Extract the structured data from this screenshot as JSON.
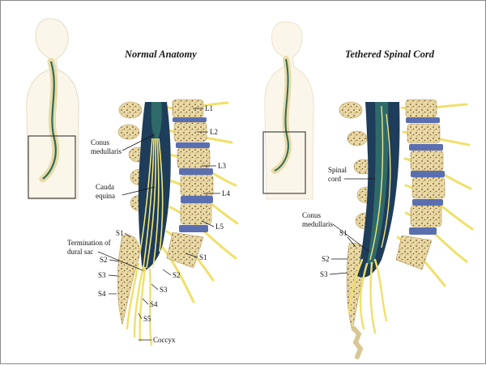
{
  "titles": {
    "left": "Normal Anatomy",
    "right": "Tethered Spinal Cord"
  },
  "labels": {
    "conus_l1": "Conus",
    "conus_l2": "medullaris",
    "cauda_l1": "Cauda",
    "cauda_l2": "equina",
    "term_l1": "Termination of",
    "term_l2": "dural sac",
    "L1": "L1",
    "L2": "L2",
    "L3": "L3",
    "L4": "L4",
    "L5": "L5",
    "S1a": "S1",
    "S1b": "S1",
    "S2a": "S2",
    "S2b": "S2",
    "S3a": "S3",
    "S3b": "S3",
    "S4a": "S4",
    "S4b": "S4",
    "S5": "S5",
    "coccyx": "Coccyx",
    "spinal_l1": "Spinal",
    "spinal_l2": "cord",
    "t_conus_l1": "Conus",
    "t_conus_l2": "medullaris",
    "t_S1": "S1",
    "t_S2": "S2",
    "t_S3": "S3"
  },
  "colors": {
    "bone": "#e9dcb0",
    "disc": "#5b6fb0",
    "nerve": "#f2e57a",
    "dura": "#1e3d5a",
    "cord": "#2f6a6a"
  }
}
